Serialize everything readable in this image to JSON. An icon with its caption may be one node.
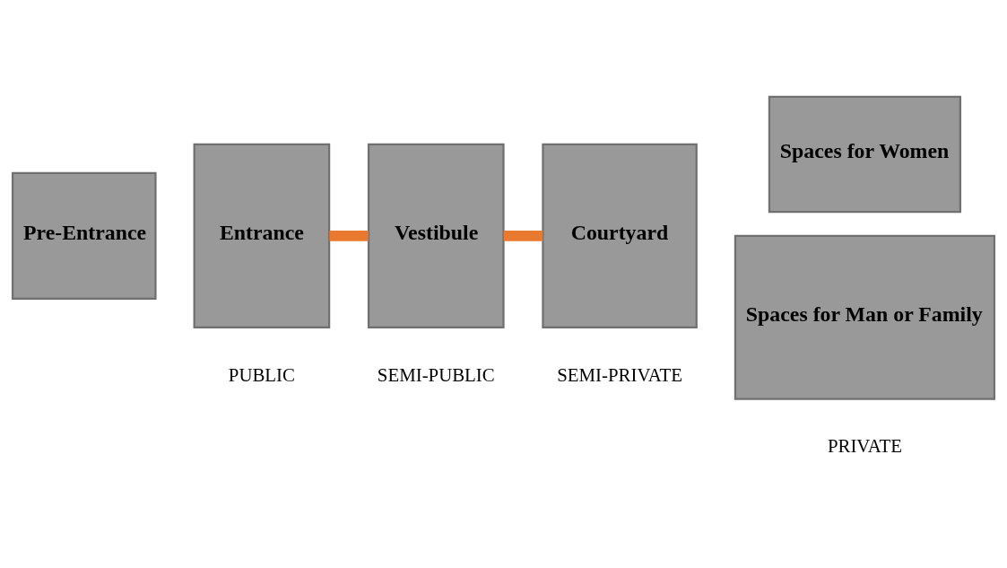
{
  "diagram": {
    "nodes": [
      {
        "text": [
          "Pre-Entrance"
        ]
      },
      {
        "text": [
          "Entrance"
        ]
      },
      {
        "text": [
          "Vestibule"
        ]
      },
      {
        "text": [
          "Courtyard"
        ]
      },
      {
        "text": [
          "Spaces for Women"
        ]
      },
      {
        "text": [
          "Spaces for Man or Family"
        ]
      }
    ],
    "edges": [
      {
        "from": 1,
        "to": 2,
        "arrow": "none",
        "color": "#e8792f"
      },
      {
        "from": 2,
        "to": 3,
        "arrow": "none",
        "color": "#e8792f"
      }
    ],
    "labels": [
      "PUBLIC",
      "SEMI-PUBLIC",
      "SEMI-PRIVATE",
      "PRIVATE"
    ]
  }
}
